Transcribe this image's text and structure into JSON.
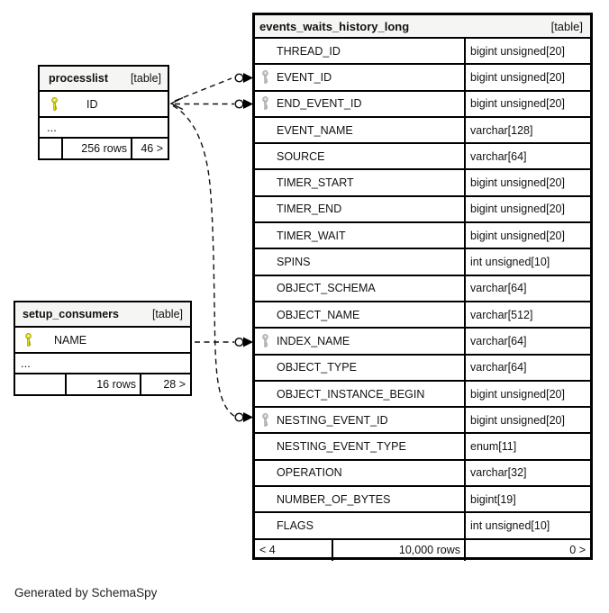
{
  "diagram": {
    "generated_by": "Generated by SchemaSpy"
  },
  "colors": {
    "primary_key": "#e4e410",
    "primary_key_outline": "#8a8a00",
    "foreign_key": "#c6c6c6",
    "foreign_key_outline": "#9b9b9b",
    "header_bg": "#f5f5f4",
    "line": "#111111"
  },
  "main_table": {
    "title": "events_waits_history_long",
    "badge": "[table]",
    "columns": [
      {
        "name": "THREAD_ID",
        "type": "bigint unsigned[20]",
        "key": null
      },
      {
        "name": "EVENT_ID",
        "type": "bigint unsigned[20]",
        "key": "fk"
      },
      {
        "name": "END_EVENT_ID",
        "type": "bigint unsigned[20]",
        "key": "fk"
      },
      {
        "name": "EVENT_NAME",
        "type": "varchar[128]",
        "key": null
      },
      {
        "name": "SOURCE",
        "type": "varchar[64]",
        "key": null
      },
      {
        "name": "TIMER_START",
        "type": "bigint unsigned[20]",
        "key": null
      },
      {
        "name": "TIMER_END",
        "type": "bigint unsigned[20]",
        "key": null
      },
      {
        "name": "TIMER_WAIT",
        "type": "bigint unsigned[20]",
        "key": null
      },
      {
        "name": "SPINS",
        "type": "int unsigned[10]",
        "key": null
      },
      {
        "name": "OBJECT_SCHEMA",
        "type": "varchar[64]",
        "key": null
      },
      {
        "name": "OBJECT_NAME",
        "type": "varchar[512]",
        "key": null
      },
      {
        "name": "INDEX_NAME",
        "type": "varchar[64]",
        "key": "fk"
      },
      {
        "name": "OBJECT_TYPE",
        "type": "varchar[64]",
        "key": null
      },
      {
        "name": "OBJECT_INSTANCE_BEGIN",
        "type": "bigint unsigned[20]",
        "key": null
      },
      {
        "name": "NESTING_EVENT_ID",
        "type": "bigint unsigned[20]",
        "key": "fk"
      },
      {
        "name": "NESTING_EVENT_TYPE",
        "type": "enum[11]",
        "key": null
      },
      {
        "name": "OPERATION",
        "type": "varchar[32]",
        "key": null
      },
      {
        "name": "NUMBER_OF_BYTES",
        "type": "bigint[19]",
        "key": null
      },
      {
        "name": "FLAGS",
        "type": "int unsigned[10]",
        "key": null
      }
    ],
    "footer": {
      "left": "< 4",
      "rows": "10,000 rows",
      "right": "0 >"
    }
  },
  "processlist": {
    "title": "processlist",
    "badge": "[table]",
    "column": {
      "name": "ID",
      "key": "pk"
    },
    "ellipsis": "...",
    "footer": {
      "left": "",
      "rows": "256 rows",
      "right": "46 >"
    }
  },
  "setup_consumers": {
    "title": "setup_consumers",
    "badge": "[table]",
    "column": {
      "name": "NAME",
      "key": "pk"
    },
    "ellipsis": "...",
    "footer": {
      "left": "",
      "rows": "16 rows",
      "right": "28 >"
    }
  }
}
